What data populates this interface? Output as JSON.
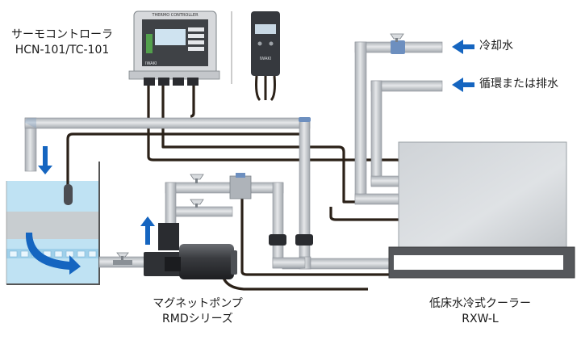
{
  "controller": {
    "name": "サーモコントローラ",
    "model": "HCN-101/TC-101",
    "panel_text": "THERMO CONTROLLER",
    "brand_text": "IWAKI",
    "stick_brand": "IWAKI"
  },
  "inlets": {
    "cooling_water": "冷却水",
    "circulation_or_drain": "循環または排水"
  },
  "pump": {
    "name": "マグネットポンプ",
    "series": "RMDシリーズ"
  },
  "cooler": {
    "name": "低床水冷式クーラー",
    "model": "RXW-L"
  },
  "colors": {
    "pipe": "#c9ccd0",
    "pipe_edge": "#8f959c",
    "flow_arrow": "#1565c0",
    "cable": "#2b2118",
    "tank_water": "#bfe2f3"
  }
}
